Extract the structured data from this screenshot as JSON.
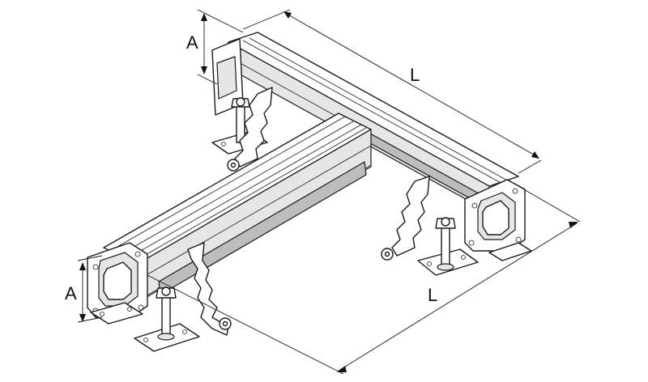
{
  "dimensions": {
    "length_top": "L",
    "length_bottom": "L",
    "height_back": "A",
    "height_front": "A"
  }
}
